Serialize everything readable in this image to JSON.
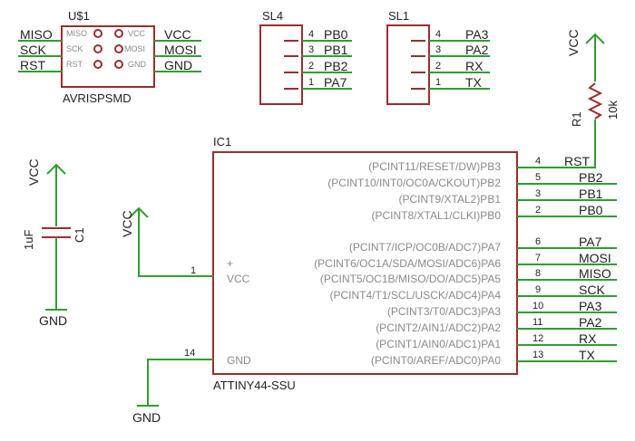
{
  "colors": {
    "wire": "#2f9e2f",
    "symbol": "#9b2d2d",
    "text": "#222222",
    "pin_label": "#8a8a8a"
  },
  "isp": {
    "ref": "U$1",
    "value": "AVRISPSMD",
    "pins_left": [
      "MISO",
      "SCK",
      "RST"
    ],
    "pins_right": [
      "VCC",
      "MOSI",
      "GND"
    ],
    "nets_left": [
      "MISO",
      "SCK",
      "RST"
    ],
    "nets_right": [
      "VCC",
      "MOSI",
      "GND"
    ]
  },
  "sl4": {
    "ref": "SL4",
    "pins": [
      {
        "num": "4",
        "net": "PB0"
      },
      {
        "num": "3",
        "net": "PB1"
      },
      {
        "num": "2",
        "net": "PB2"
      },
      {
        "num": "1",
        "net": "PA7"
      }
    ]
  },
  "sl1": {
    "ref": "SL1",
    "pins": [
      {
        "num": "4",
        "net": "PA3"
      },
      {
        "num": "3",
        "net": "PA2"
      },
      {
        "num": "2",
        "net": "RX"
      },
      {
        "num": "1",
        "net": "TX"
      }
    ]
  },
  "r1": {
    "ref": "R1",
    "value": "10k",
    "top_net": "VCC",
    "bottom_net": "RST"
  },
  "c1": {
    "ref": "C1",
    "value": "1uF",
    "top_net": "VCC",
    "bottom_net": "GND"
  },
  "ic1": {
    "ref": "IC1",
    "value": "ATTINY44-SSU",
    "vcc_label": "VCC",
    "vcc_pin": "1",
    "vcc_net": "VCC",
    "vcc_marker": "+",
    "gnd_label": "GND",
    "gnd_pin": "14",
    "gnd_net": "GND",
    "pins": [
      {
        "label": "(PCINT11/RESET/DW)PB3",
        "num": "4",
        "net": "RST"
      },
      {
        "label": "(PCINT10/INT0/OC0A/CKOUT)PB2",
        "num": "5",
        "net": "PB2"
      },
      {
        "label": "(PCINT9/XTAL2)PB1",
        "num": "3",
        "net": "PB1"
      },
      {
        "label": "(PCINT8/XTAL1/CLKI)PB0",
        "num": "2",
        "net": "PB0"
      },
      {
        "label": "(PCINT7/ICP/OC0B/ADC7)PA7",
        "num": "6",
        "net": "PA7"
      },
      {
        "label": "(PCINT6/OC1A/SDA/MOSI/ADC6)PA6",
        "num": "7",
        "net": "MOSI"
      },
      {
        "label": "(PCINT5/OC1B/MISO/DO/ADC5)PA5",
        "num": "8",
        "net": "MISO"
      },
      {
        "label": "(PCINT4/T1/SCL/USCK/ADC4)PA4",
        "num": "9",
        "net": "SCK"
      },
      {
        "label": "(PCINT3/T0/ADC3)PA3",
        "num": "10",
        "net": "PA3"
      },
      {
        "label": "(PCINT2/AIN1/ADC2)PA2",
        "num": "11",
        "net": "PA2"
      },
      {
        "label": "(PCINT1/AIN0/ADC1)PA1",
        "num": "12",
        "net": "RX"
      },
      {
        "label": "(PCINT0/AREF/ADC0)PA0",
        "num": "13",
        "net": "TX"
      }
    ]
  }
}
